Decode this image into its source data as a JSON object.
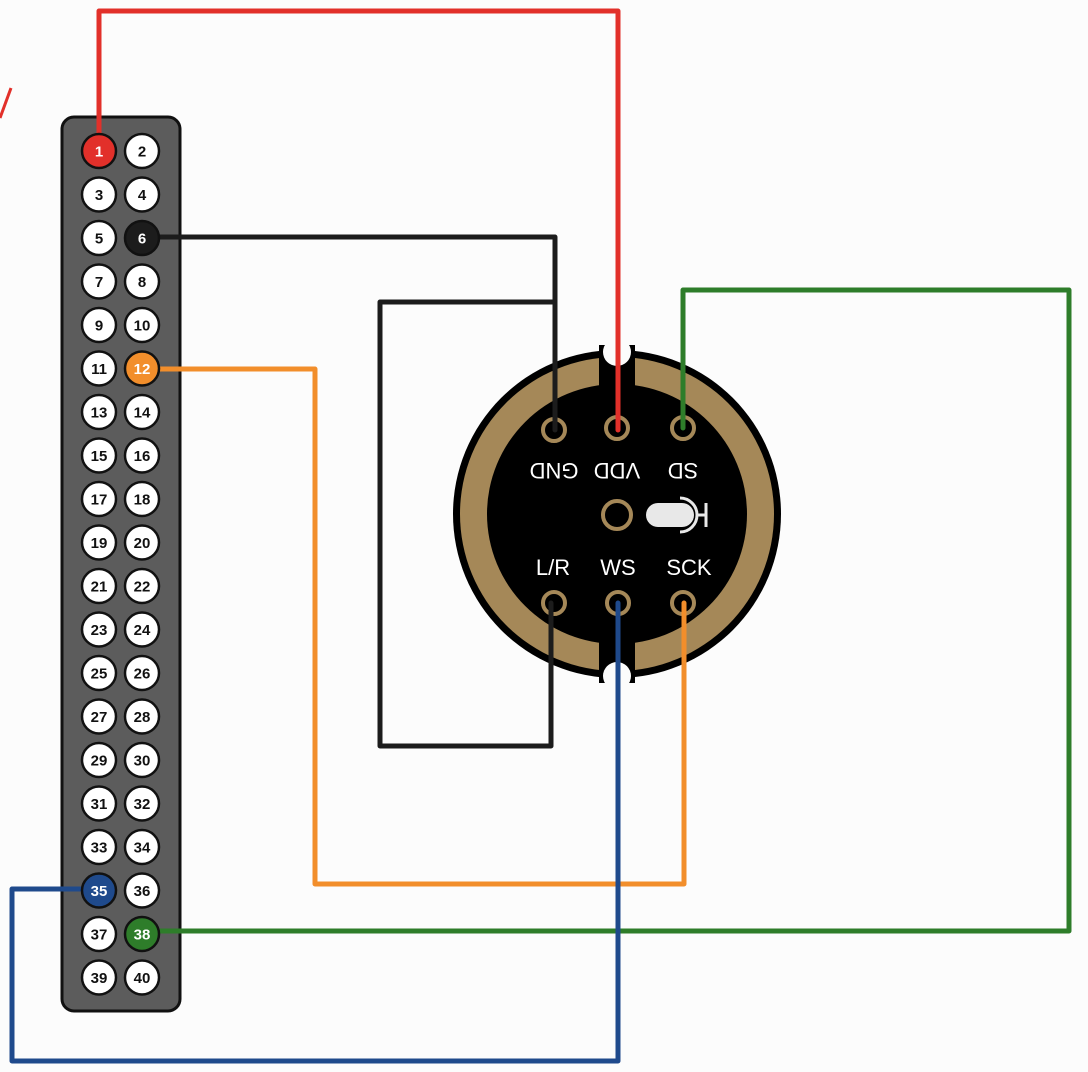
{
  "header": {
    "pins": [
      {
        "num": "1",
        "fill": "#e2302a",
        "text": "#ffffff",
        "active": true
      },
      {
        "num": "2",
        "fill": "#ffffff",
        "text": "#111111",
        "active": false
      },
      {
        "num": "3",
        "fill": "#ffffff",
        "text": "#111111",
        "active": false
      },
      {
        "num": "4",
        "fill": "#ffffff",
        "text": "#111111",
        "active": false
      },
      {
        "num": "5",
        "fill": "#ffffff",
        "text": "#111111",
        "active": false
      },
      {
        "num": "6",
        "fill": "#1c1c1c",
        "text": "#ffffff",
        "active": true
      },
      {
        "num": "7",
        "fill": "#ffffff",
        "text": "#111111",
        "active": false
      },
      {
        "num": "8",
        "fill": "#ffffff",
        "text": "#111111",
        "active": false
      },
      {
        "num": "9",
        "fill": "#ffffff",
        "text": "#111111",
        "active": false
      },
      {
        "num": "10",
        "fill": "#ffffff",
        "text": "#111111",
        "active": false
      },
      {
        "num": "11",
        "fill": "#ffffff",
        "text": "#111111",
        "active": false
      },
      {
        "num": "12",
        "fill": "#f28e2b",
        "text": "#ffffff",
        "active": true
      },
      {
        "num": "13",
        "fill": "#ffffff",
        "text": "#111111",
        "active": false
      },
      {
        "num": "14",
        "fill": "#ffffff",
        "text": "#111111",
        "active": false
      },
      {
        "num": "15",
        "fill": "#ffffff",
        "text": "#111111",
        "active": false
      },
      {
        "num": "16",
        "fill": "#ffffff",
        "text": "#111111",
        "active": false
      },
      {
        "num": "17",
        "fill": "#ffffff",
        "text": "#111111",
        "active": false
      },
      {
        "num": "18",
        "fill": "#ffffff",
        "text": "#111111",
        "active": false
      },
      {
        "num": "19",
        "fill": "#ffffff",
        "text": "#111111",
        "active": false
      },
      {
        "num": "20",
        "fill": "#ffffff",
        "text": "#111111",
        "active": false
      },
      {
        "num": "21",
        "fill": "#ffffff",
        "text": "#111111",
        "active": false
      },
      {
        "num": "22",
        "fill": "#ffffff",
        "text": "#111111",
        "active": false
      },
      {
        "num": "23",
        "fill": "#ffffff",
        "text": "#111111",
        "active": false
      },
      {
        "num": "24",
        "fill": "#ffffff",
        "text": "#111111",
        "active": false
      },
      {
        "num": "25",
        "fill": "#ffffff",
        "text": "#111111",
        "active": false
      },
      {
        "num": "26",
        "fill": "#ffffff",
        "text": "#111111",
        "active": false
      },
      {
        "num": "27",
        "fill": "#ffffff",
        "text": "#111111",
        "active": false
      },
      {
        "num": "28",
        "fill": "#ffffff",
        "text": "#111111",
        "active": false
      },
      {
        "num": "29",
        "fill": "#ffffff",
        "text": "#111111",
        "active": false
      },
      {
        "num": "30",
        "fill": "#ffffff",
        "text": "#111111",
        "active": false
      },
      {
        "num": "31",
        "fill": "#ffffff",
        "text": "#111111",
        "active": false
      },
      {
        "num": "32",
        "fill": "#ffffff",
        "text": "#111111",
        "active": false
      },
      {
        "num": "33",
        "fill": "#ffffff",
        "text": "#111111",
        "active": false
      },
      {
        "num": "34",
        "fill": "#ffffff",
        "text": "#111111",
        "active": false
      },
      {
        "num": "35",
        "fill": "#1f4a8c",
        "text": "#ffffff",
        "active": true
      },
      {
        "num": "36",
        "fill": "#ffffff",
        "text": "#111111",
        "active": false
      },
      {
        "num": "37",
        "fill": "#ffffff",
        "text": "#111111",
        "active": false
      },
      {
        "num": "38",
        "fill": "#2e7d2a",
        "text": "#ffffff",
        "active": true
      },
      {
        "num": "39",
        "fill": "#ffffff",
        "text": "#111111",
        "active": false
      },
      {
        "num": "40",
        "fill": "#ffffff",
        "text": "#111111",
        "active": false
      }
    ]
  },
  "microphone": {
    "labels": {
      "gnd": "GND",
      "vdd": "VDD",
      "sd": "SD",
      "lr": "L/R",
      "ws": "WS",
      "sck": "SCK"
    },
    "colors": {
      "ring": "#a58858",
      "body": "#000000",
      "pad": "#a58858"
    }
  },
  "wires": [
    {
      "from_pin": "1",
      "to": "VDD",
      "color": "#e2302a"
    },
    {
      "from_pin": "6",
      "to": "GND",
      "color": "#1c1c1c"
    },
    {
      "from_pin": "12",
      "to": "SCK",
      "color": "#f28e2b"
    },
    {
      "from_pin": "35",
      "to": "WS",
      "color": "#1f4a8c"
    },
    {
      "from_pin": "38",
      "to": "SD",
      "color": "#2e7d2a"
    },
    {
      "from_pin": "GND",
      "to": "L/R",
      "color": "#1c1c1c"
    }
  ]
}
